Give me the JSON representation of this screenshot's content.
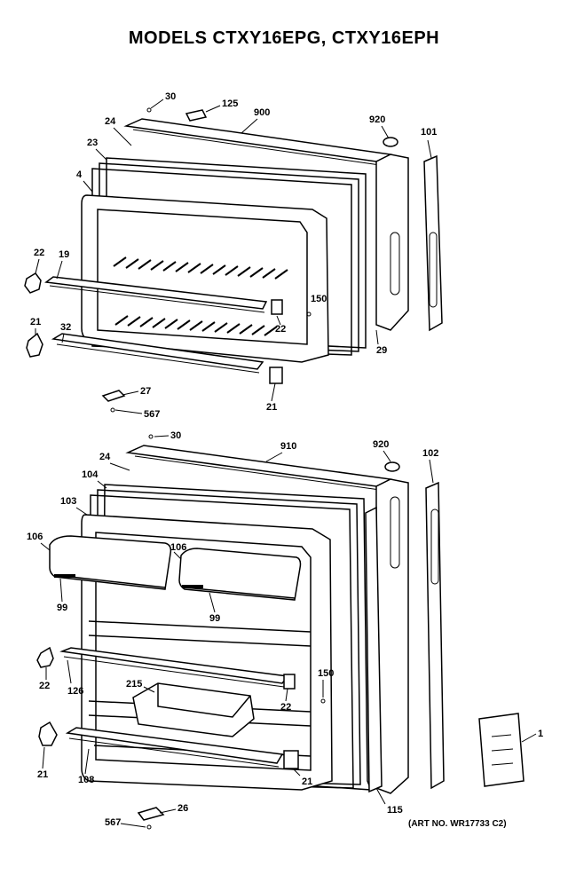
{
  "title": "MODELS CTXY16EPG, CTXY16EPH",
  "art_number": "(ART NO. WR17733 C2)",
  "upper_door_callouts": [
    "30",
    "125",
    "900",
    "920",
    "101",
    "24",
    "23",
    "4",
    "22",
    "19",
    "150",
    "22",
    "21",
    "32",
    "29",
    "27",
    "21",
    "567"
  ],
  "lower_door_callouts": [
    "30",
    "910",
    "920",
    "102",
    "24",
    "104",
    "103",
    "106",
    "106",
    "99",
    "99",
    "22",
    "126",
    "215",
    "150",
    "22",
    "21",
    "108",
    "21",
    "26",
    "567",
    "115",
    "1"
  ]
}
